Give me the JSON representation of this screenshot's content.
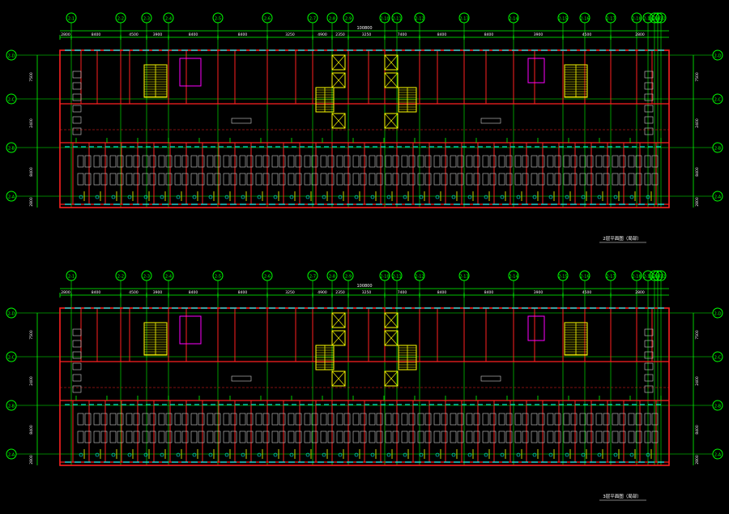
{
  "colors": {
    "background": "#000000",
    "grid": "#00ff00",
    "wall": "#ff2020",
    "window": "#00ffff",
    "furniture": "#d0d0d0",
    "stair": "#ffff00",
    "dim": "#ffffff",
    "accent": "#ff00ff"
  },
  "axes_top": [
    "2-1",
    "2-2",
    "2-3",
    "2-4",
    "2-5",
    "2-6",
    "2-7",
    "2-8",
    "2-9",
    "2-10",
    "2-11",
    "2-12",
    "2-13",
    "2-14",
    "2-15",
    "2-16",
    "2-17",
    "2-18",
    "2-19",
    "2-20",
    "2-21",
    "2-22"
  ],
  "axes_side": [
    "2-D",
    "2-C",
    "2-B",
    "2-A"
  ],
  "plans": [
    {
      "title": "2层平面图（局部）",
      "overall_dim": "100800",
      "top_dims": [
        "2800",
        "8400",
        "4500",
        "3900",
        "8400",
        "8400",
        "3250",
        "4900",
        "2350",
        "3250",
        "7400",
        "8400",
        "8400",
        "3900",
        "4500",
        "2800"
      ],
      "left_dims": [
        "7500",
        "2400",
        "8400",
        "2800"
      ],
      "right_dims": [
        "7500",
        "2400",
        "8400",
        "2800"
      ]
    },
    {
      "title": "3层平面图（局部）",
      "overall_dim": "100800",
      "top_dims": [
        "2800",
        "8400",
        "4500",
        "3900",
        "8400",
        "8400",
        "3250",
        "4900",
        "2350",
        "3250",
        "7400",
        "8400",
        "8400",
        "3900",
        "4500",
        "2800"
      ],
      "left_dims": [
        "7500",
        "2400",
        "8400",
        "2800"
      ],
      "right_dims": [
        "7500",
        "2400",
        "8400",
        "2800"
      ]
    }
  ]
}
